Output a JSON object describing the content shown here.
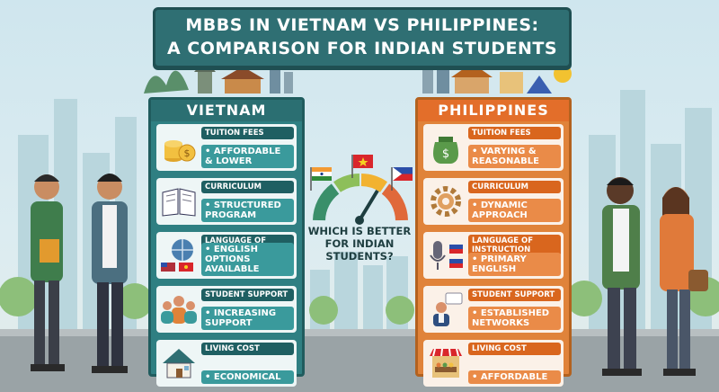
{
  "title": {
    "line1": "MBBS IN VIETNAM VS PHILIPPINES:",
    "line2": "A COMPARISON FOR INDIAN STUDENTS"
  },
  "center": {
    "question": "WHICH IS BETTER FOR INDIAN STUDENTS?"
  },
  "vietnam": {
    "header": "VIETNAM",
    "rows": [
      {
        "label": "TUITION FEES",
        "value": "• AFFORDABLE & LOWER",
        "icon": "coins-icon"
      },
      {
        "label": "CURRICULUM",
        "value": "• STRUCTURED PROGRAM",
        "icon": "book-icon"
      },
      {
        "label": "LANGUAGE OF INSTRUCTION",
        "value": "• ENGLISH OPTIONS AVAILABLE",
        "icon": "globe-flags-icon"
      },
      {
        "label": "STUDENT SUPPORT",
        "value": "• INCREASING SUPPORT",
        "icon": "people-group-icon"
      },
      {
        "label": "LIVING COST",
        "value": "• ECONOMICAL",
        "icon": "house-icon"
      }
    ]
  },
  "philippines": {
    "header": "PHILIPPINES",
    "rows": [
      {
        "label": "TUITION FEES",
        "value": "• VARYING & REASONABLE",
        "icon": "money-bags-icon"
      },
      {
        "label": "CURRICULUM",
        "value": "• DYNAMIC APPROACH",
        "icon": "gear-icon"
      },
      {
        "label": "LANGUAGE OF INSTRUCTION",
        "value": "• PRIMARY ENGLISH",
        "icon": "microphone-flags-icon"
      },
      {
        "label": "STUDENT SUPPORT",
        "value": "• ESTABLISHED NETWORKS",
        "icon": "presenter-icon"
      },
      {
        "label": "LIVING COST",
        "value": "• AFFORDABLE",
        "icon": "market-stall-icon"
      }
    ]
  },
  "colors": {
    "vietnam": "#2f7f82",
    "philippines": "#e0833a",
    "banner": "#2f6f73"
  }
}
